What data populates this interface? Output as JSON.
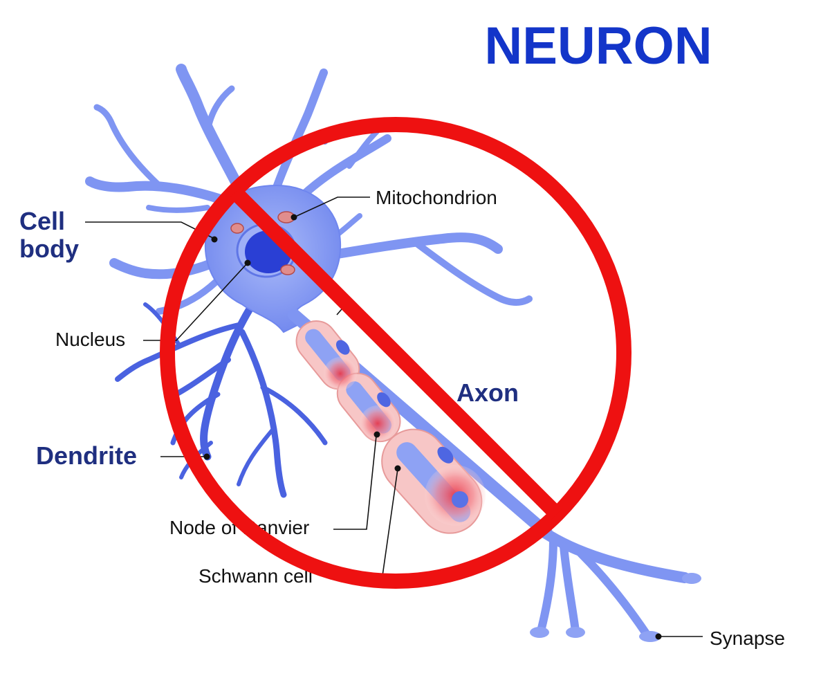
{
  "title": "NEURON",
  "labels": {
    "cell_body_line1": "Cell",
    "cell_body_line2": "body",
    "mitochondrion": "Mitochondrion",
    "nucleus": "Nucleus",
    "dendrite": "Dendrite",
    "axon": "Axon",
    "node_of_ranvier": "Node of Ranvier",
    "schwann_cell": "Schwann cell",
    "synapse": "Synapse"
  },
  "colors": {
    "title": "#1335c9",
    "heading_labels": "#1f2f80",
    "neuron_fill": "#7f95f2",
    "neuron_dark": "#4a62e0",
    "nucleus": "#2a3fd4",
    "myelin": "#f7c6c6",
    "node_glow": "#ee5d6a",
    "prohibition": "#ee1111"
  },
  "overlay": "prohibition-sign"
}
